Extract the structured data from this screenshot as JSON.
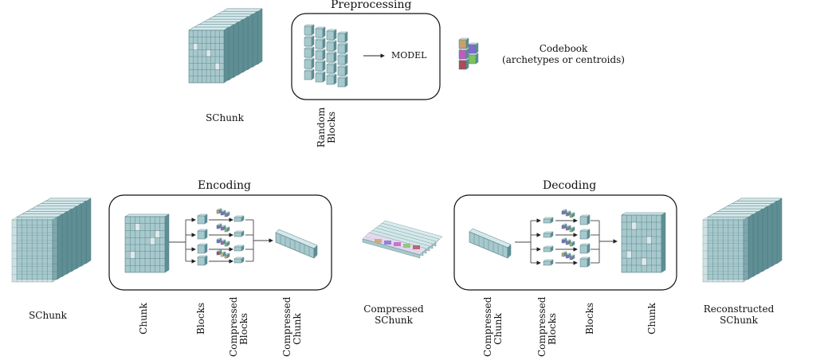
{
  "preprocessing": {
    "title": "Preprocessing",
    "model_label": "MODEL",
    "codebook_line1": "Codebook",
    "codebook_line2": "(archetypes or centroids)",
    "schunk_label": "SChunk",
    "random_blocks_line1": "Random",
    "random_blocks_line2": "Blocks"
  },
  "encoding": {
    "title": "Encoding",
    "schunk_label": "SChunk",
    "chunk_label": "Chunk",
    "blocks_label": "Blocks",
    "compressed_blocks_line1": "Compressed",
    "compressed_blocks_line2": "Blocks",
    "compressed_chunk_line1": "Compressed",
    "compressed_chunk_line2": "Chunk"
  },
  "compressed_schunk": {
    "line1": "Compressed",
    "line2": "SChunk"
  },
  "decoding": {
    "title": "Decoding",
    "compressed_chunk_line1": "Compressed",
    "compressed_chunk_line2": "Chunk",
    "compressed_blocks_line1": "Compressed",
    "compressed_blocks_line2": "Blocks",
    "blocks_label": "Blocks",
    "chunk_label": "Chunk"
  },
  "reconstructed": {
    "line1": "Reconstructed",
    "line2": "SChunk"
  },
  "colors": {
    "tile_face": "#a7c8cc",
    "tile_side": "#5f8f95",
    "tile_top": "#d5e8ea",
    "tile_grid": "#4d7c82",
    "tile_light": "#dfe9ea",
    "codebook_colors": [
      "#c9a06a",
      "#7f6bd0",
      "#c05ac2",
      "#7ec25c",
      "#b04a55",
      "#e0c46a"
    ]
  }
}
